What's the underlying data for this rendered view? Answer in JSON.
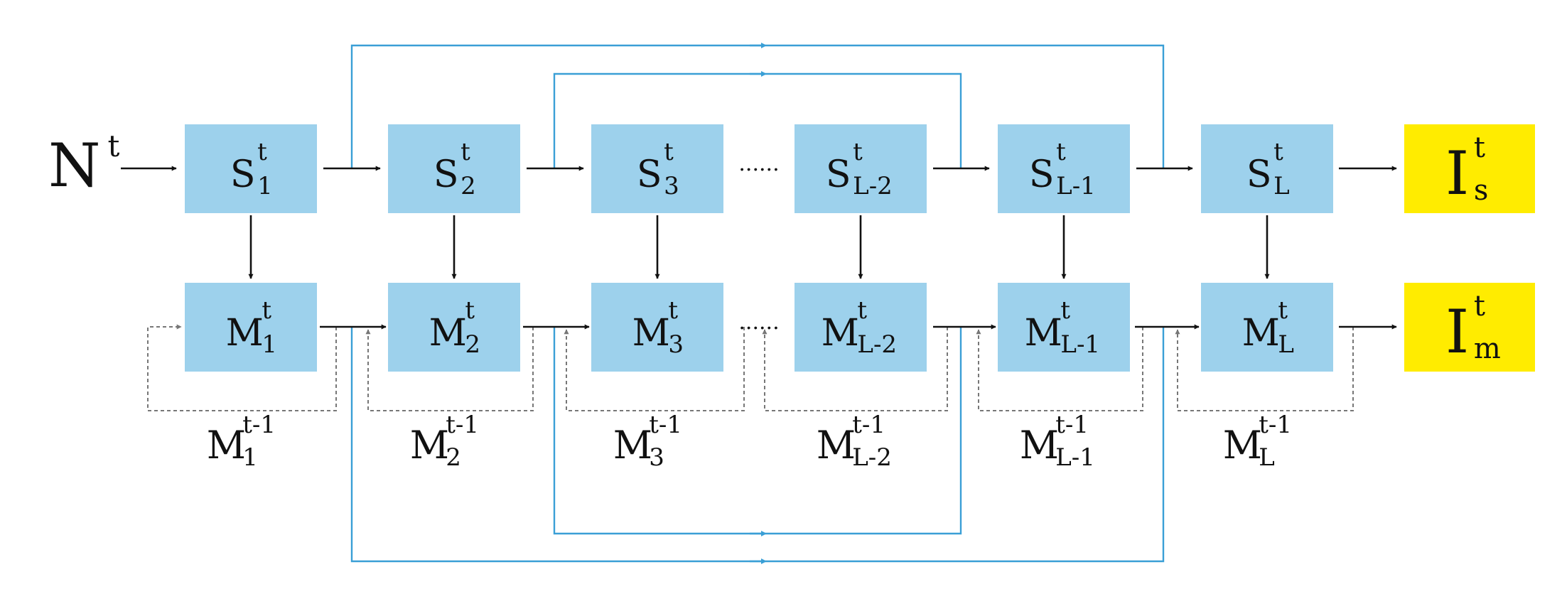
{
  "colors": {
    "block_fill": "#9dd1ec",
    "output_fill": "#ffec00",
    "skip_connection": "#3a9fd6",
    "arrow": "#111111",
    "memory_loop": "#777777"
  },
  "input": {
    "base": "N",
    "sup": "t"
  },
  "ellipsis": "......",
  "s_blocks": [
    {
      "base": "S",
      "sup": "t",
      "sub": "1"
    },
    {
      "base": "S",
      "sup": "t",
      "sub": "2"
    },
    {
      "base": "S",
      "sup": "t",
      "sub": "3"
    },
    {
      "base": "S",
      "sup": "t",
      "sub": "L-2"
    },
    {
      "base": "S",
      "sup": "t",
      "sub": "L-1"
    },
    {
      "base": "S",
      "sup": "t",
      "sub": "L"
    }
  ],
  "m_blocks": [
    {
      "base": "M",
      "sup": "t",
      "sub": "1"
    },
    {
      "base": "M",
      "sup": "t",
      "sub": "2"
    },
    {
      "base": "M",
      "sup": "t",
      "sub": "3"
    },
    {
      "base": "M",
      "sup": "t",
      "sub": "L-2"
    },
    {
      "base": "M",
      "sup": "t",
      "sub": "L-1"
    },
    {
      "base": "M",
      "sup": "t",
      "sub": "L"
    }
  ],
  "prev_memory_labels": [
    {
      "base": "M",
      "sup": "t-1",
      "sub": "1"
    },
    {
      "base": "M",
      "sup": "t-1",
      "sub": "2"
    },
    {
      "base": "M",
      "sup": "t-1",
      "sub": "3"
    },
    {
      "base": "M",
      "sup": "t-1",
      "sub": "L-2"
    },
    {
      "base": "M",
      "sup": "t-1",
      "sub": "L-1"
    },
    {
      "base": "M",
      "sup": "t-1",
      "sub": "L"
    }
  ],
  "outputs": [
    {
      "base": "I",
      "sup": "t",
      "sub": "s"
    },
    {
      "base": "I",
      "sup": "t",
      "sub": "m"
    }
  ]
}
